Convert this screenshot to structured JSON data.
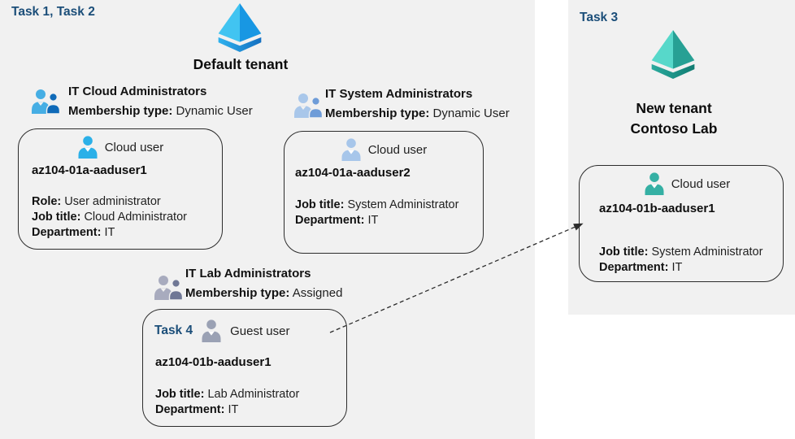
{
  "colors": {
    "panel-bg": "#f1f1f1",
    "task-blue": "#1b4e79",
    "text": "#1c1c1c",
    "arrow": "#2b2b2b",
    "aad-left": "#41c4f1",
    "aad-right": "#1897e3",
    "aad-band-a": "#2fb2ee",
    "aad-band-b": "#146fc0",
    "teal-left": "#57d8ca",
    "teal-right": "#27a094",
    "teal-band-a": "#2aaa9d",
    "teal-band-b": "#117c72",
    "user-cloud1": "#2bb0e8",
    "user-cloud2": "#a7c6ea",
    "user-guest": "#9aa1b4",
    "user-cloud-teal": "#35b0a4",
    "g1-big": "#46aee4",
    "g1-small": "#0f6ab8",
    "g2-big": "#a9c7ea",
    "g2-small": "#6e9cd8",
    "g3-big": "#a8abbe",
    "g3-small": "#6f7795"
  },
  "left_panel": {
    "task_label": "Task 1, Task 2",
    "tenant_name": "Default tenant",
    "groups": [
      {
        "name": "IT Cloud Administrators",
        "membership_label": "Membership type:",
        "membership_value": "Dynamic User"
      },
      {
        "name": "IT System Administrators",
        "membership_label": "Membership type:",
        "membership_value": "Dynamic User"
      },
      {
        "name": "IT Lab Administrators",
        "membership_label": "Membership type:",
        "membership_value": "Assigned"
      }
    ],
    "cards": [
      {
        "type_label": "Cloud user",
        "username": "az104-01a-aaduser1",
        "fields": [
          {
            "label": "Role:",
            "value": "User administrator"
          },
          {
            "label": "Job title:",
            "value": "Cloud Administrator"
          },
          {
            "label": "Department:",
            "value": "IT"
          }
        ]
      },
      {
        "type_label": "Cloud user",
        "username": "az104-01a-aaduser2",
        "fields": [
          {
            "label": "Job title:",
            "value": "System Administrator"
          },
          {
            "label": "Department:",
            "value": "IT"
          }
        ]
      },
      {
        "task_label": "Task 4",
        "type_label": "Guest user",
        "username": "az104-01b-aaduser1",
        "fields": [
          {
            "label": "Job title:",
            "value": "Lab Administrator"
          },
          {
            "label": "Department:",
            "value": "IT"
          }
        ]
      }
    ]
  },
  "right_panel": {
    "task_label": "Task 3",
    "tenant_name_line1": "New tenant",
    "tenant_name_line2": "Contoso Lab",
    "card": {
      "type_label": "Cloud user",
      "username": "az104-01b-aaduser1",
      "fields": [
        {
          "label": "Job title:",
          "value": "System Administrator"
        },
        {
          "label": "Department:",
          "value": "IT"
        }
      ]
    }
  }
}
